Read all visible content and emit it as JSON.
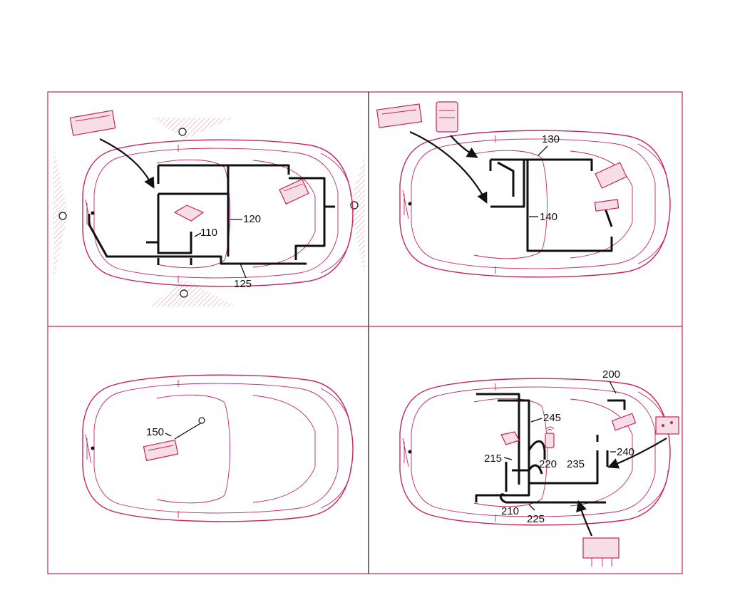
{
  "colors": {
    "frame": "#c8245a",
    "car_outline": "#c8245a",
    "wiring": "#111111",
    "background": "#ffffff"
  },
  "panels": [
    {
      "id": "top-left",
      "labels": [
        "110",
        "120",
        "125"
      ]
    },
    {
      "id": "top-right",
      "labels": [
        "130",
        "140"
      ]
    },
    {
      "id": "bottom-left",
      "labels": [
        "150"
      ]
    },
    {
      "id": "bottom-right",
      "labels": [
        "200",
        "210",
        "215",
        "220",
        "225",
        "235",
        "240",
        "245"
      ]
    }
  ]
}
